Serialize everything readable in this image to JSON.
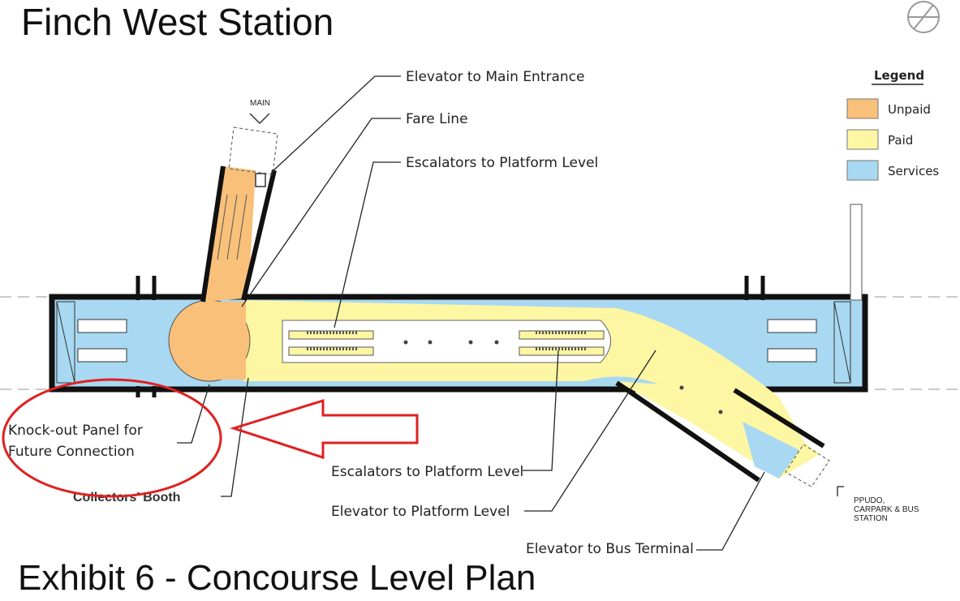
{
  "title": "Finch West Station",
  "caption": "Exhibit 6 - Concourse Level Plan",
  "compass": "compass-icon",
  "colors": {
    "unpaid": "#f9c07a",
    "paid": "#fdf6a3",
    "services": "#a8d8f2",
    "highlight": "#e02020"
  },
  "legend": {
    "title": "Legend",
    "items": [
      {
        "label": "Unpaid",
        "color": "#f9c07a"
      },
      {
        "label": "Paid",
        "color": "#fdf6a3"
      },
      {
        "label": "Services",
        "color": "#a8d8f2"
      }
    ]
  },
  "labels": {
    "main": "MAIN",
    "elevator_main_entrance": "Elevator to Main Entrance",
    "fare_line": "Fare Line",
    "escalators_platform_top": "Escalators to Platform Level",
    "knockout_line1": "Knock-out Panel for",
    "knockout_line2": "Future Connection",
    "collectors_booth": "Collectors’ Booth",
    "escalators_platform_bottom": "Escalators to Platform Level",
    "elevator_platform": "Elevator to Platform Level",
    "elevator_bus": "Elevator to Bus Terminal",
    "ppudo_line1": "PPUDO,",
    "ppudo_line2": "CARPARK & BUS",
    "ppudo_line3": "STATION"
  }
}
